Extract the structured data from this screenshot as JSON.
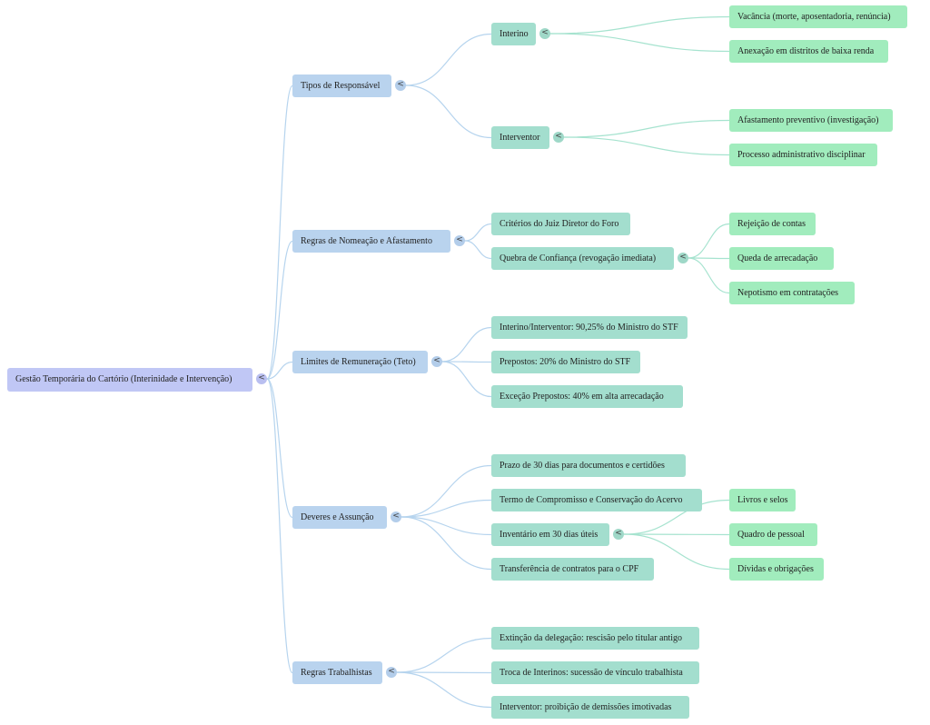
{
  "mindmap": {
    "root": {
      "label": "Gestão Temporária do Cartório (Interinidade e Intervenção)",
      "toggle_icon": "<",
      "children": [
        {
          "label": "Tipos de Responsável",
          "toggle_icon": "<",
          "children": [
            {
              "label": "Interino",
              "toggle_icon": "<",
              "children": [
                {
                  "label": "Vacância (morte, aposentadoria, renúncia)"
                },
                {
                  "label": "Anexação em distritos de baixa renda"
                }
              ]
            },
            {
              "label": "Interventor",
              "toggle_icon": "<",
              "children": [
                {
                  "label": "Afastamento preventivo (investigação)"
                },
                {
                  "label": "Processo administrativo disciplinar"
                }
              ]
            }
          ]
        },
        {
          "label": "Regras de Nomeação e Afastamento",
          "toggle_icon": "<",
          "children": [
            {
              "label": "Critérios do Juiz Diretor do Foro"
            },
            {
              "label": "Quebra de Confiança (revogação imediata)",
              "toggle_icon": "<",
              "children": [
                {
                  "label": "Rejeição de contas"
                },
                {
                  "label": "Queda de arrecadação"
                },
                {
                  "label": "Nepotismo em contratações"
                }
              ]
            }
          ]
        },
        {
          "label": "Limites de Remuneração (Teto)",
          "toggle_icon": "<",
          "children": [
            {
              "label": "Interino/Interventor: 90,25% do Ministro do STF"
            },
            {
              "label": "Prepostos: 20% do Ministro do STF"
            },
            {
              "label": "Exceção Prepostos: 40% em alta arrecadação"
            }
          ]
        },
        {
          "label": "Deveres e Assunção",
          "toggle_icon": "<",
          "children": [
            {
              "label": "Prazo de 30 dias para documentos e certidões"
            },
            {
              "label": "Termo de Compromisso e Conservação do Acervo"
            },
            {
              "label": "Inventário em 30 dias úteis",
              "toggle_icon": "<",
              "children": [
                {
                  "label": "Livros e selos"
                },
                {
                  "label": "Quadro de pessoal"
                },
                {
                  "label": "Dívidas e obrigações"
                }
              ]
            },
            {
              "label": "Transferência de contratos para o CPF"
            }
          ]
        },
        {
          "label": "Regras Trabalhistas",
          "toggle_icon": "<",
          "children": [
            {
              "label": "Extinção da delegação: rescisão pelo titular antigo"
            },
            {
              "label": "Troca de Interinos: sucessão de vínculo trabalhista"
            },
            {
              "label": "Interventor: proibição de demissões imotivadas"
            }
          ]
        }
      ]
    },
    "colors": {
      "root_fill": "#c0c7f5",
      "level1_fill": "#b9d3ee",
      "level2_fill": "#a3dece",
      "level3_fill": "#a1ecbd",
      "link_blue": "#b6d4ee",
      "link_green": "#a6e3cf"
    }
  }
}
